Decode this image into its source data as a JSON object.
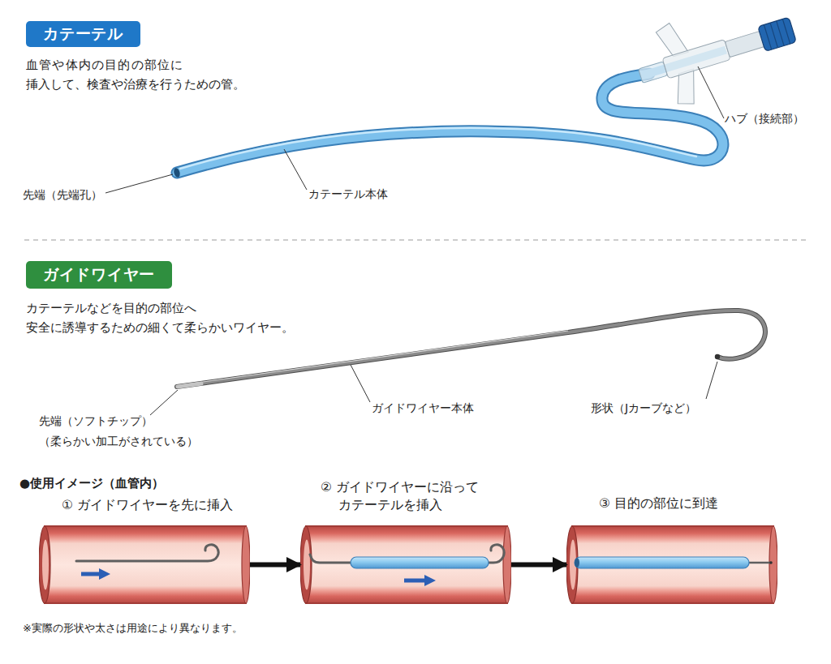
{
  "diagram": {
    "nodes": [
      {
        "text": [
          "カテーテル"
        ]
      },
      {
        "text": [
          "ガイドワイヤー"
        ]
      },
      {
        "text": [
          "① ガイドワイヤーを先に挿入"
        ]
      },
      {
        "text": [
          "② ガイドワイヤーに沿って カテーテルを挿入"
        ]
      },
      {
        "text": [
          "③ 目的の部位に到達"
        ]
      }
    ],
    "edges": [
      {
        "from": 2,
        "to": 3,
        "arrow": "to"
      },
      {
        "from": 3,
        "to": 4,
        "arrow": "to"
      }
    ],
    "labels": [
      "血管や体内の目的の部位に 挿入して、検査や治療を行うための管。",
      "ハブ（接続部）",
      "先端（先端孔）",
      "カテーテル本体",
      "カテーテルなどを目的の部位へ 安全に誘導するための細くて柔らかいワイヤー。",
      "先端（ソフトチップ） （柔らかい加工がされている）",
      "ガイドワイヤー本体",
      "形状（Jカーブなど）",
      "●使用イメージ（血管内）",
      "※実際の形状や太さは用途により異なります。"
    ]
  }
}
